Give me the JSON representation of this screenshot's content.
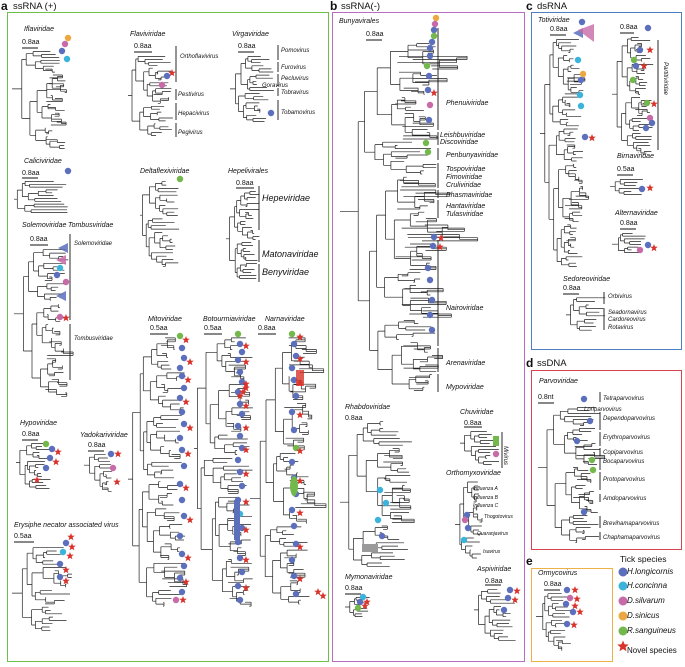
{
  "panels": {
    "a": {
      "letter": "a",
      "title": "ssRNA (+)",
      "color": "#6cc04a"
    },
    "b": {
      "letter": "b",
      "title": "ssRNA(-)",
      "color": "#b86cc2"
    },
    "c": {
      "letter": "c",
      "title": "dsRNA",
      "color": "#4d7fc3"
    },
    "d": {
      "letter": "d",
      "title": "ssDNA",
      "color": "#d8424f"
    },
    "e": {
      "letter": "e",
      "color": "#eeb14a"
    }
  },
  "labels": {
    "ifla": "Iflaviridae",
    "flavi": "Flaviviridae",
    "virga": "Virgaviridae",
    "ortho": "Orthoflavivirus",
    "pesti": "Pestivirus",
    "hepaci": "Hepacivirus",
    "pegi": "Pegivirus",
    "pomo": "Pomovirus",
    "furo": "Furovirus",
    "pecl": "Pecluvirus",
    "gora": "Goravirus",
    "toba": "Tobravirus",
    "tobamo": "Tobamovirus",
    "calici": "Caliciviridae",
    "deltaflexi": "Deltaflexiviridae",
    "hepelivirales": "Hepelivirales",
    "hepeviridae": "Hepeviridae",
    "matona": "Matonaviridae",
    "benyvi": "Benyviridae",
    "solemo": "Solemoviridae",
    "tombus": "Tombusviridae",
    "solemo2": "Solemoviridae",
    "tombus2": "Tombusviridae",
    "mito": "Mitoviridae",
    "botourmia": "Botourmiaviridae",
    "narna": "Narnaviridae",
    "hypo": "Hypoviridae",
    "yado": "Yadokariviridae",
    "erysiphe": "Erysiphe necator associated virus",
    "bunya": "Bunyavirales",
    "phenui": "Phenuiviridae",
    "leish": "Leishbuviridae",
    "disco": "Discoviridae",
    "penbun": "Penbunyaviridae",
    "tosp": "Tospoviridae",
    "fimo": "Fimoviridae",
    "cruli": "Cruliviridae",
    "phasma": "Phasmaviridae",
    "hanta": "Hantaviridae",
    "tulasi": "Tulasviridae",
    "nairo": "Nairoviridae",
    "arena": "Arenaviridae",
    "mypo": "Mypoviridae",
    "rhabdo": "Rhabdoviridae",
    "chuvi": "Chuviridae",
    "mivirus": "Mivirus",
    "orthomyxo": "Orthomyxoviridae",
    "infa": "Influenza A",
    "infb": "Influenza B",
    "infc": "Influenza C",
    "thogoto": "Thogotovirus",
    "quaranja": "Quaranjavirus",
    "isavirus": "Isavirus",
    "aspivi": "Aspiviridae",
    "mymona": "Mymonaviridae",
    "toti": "Totiviridae",
    "partiti": "Partitiviridae",
    "birna": "Birnaviridae",
    "alterna": "Alternaviridae",
    "sedoreo": "Sedoreoviridae",
    "orbi": "Orbivirus",
    "seadorna": "Seadornavirus",
    "cardoreo": "Cardoreovirus",
    "rota": "Rotavirus",
    "parvo": "Parvoviridae",
    "tetra": "Tetraparvovirus",
    "lori": "Loriparvovirus",
    "depend": "Dependoparvovirus",
    "erythro": "Erythroparvovirus",
    "copi": "Copiparvovirus",
    "boca": "Bocaparvovirus",
    "proto": "Protoparvovirus",
    "amdo": "Amdoparvovirus",
    "brevi": "Brevihamaparvovirus",
    "chapha": "Chaphamaparvovirus",
    "ormy": "Ormycovirus"
  },
  "scales": {
    "aa": "0.8aa",
    "s05": "0.5aa",
    "nt": "0.8nt"
  },
  "legend": {
    "title": "Tick species",
    "items": [
      {
        "name": "H.longicornis",
        "color": "#5b6fbd"
      },
      {
        "name": "H.concinna",
        "color": "#3bb3db"
      },
      {
        "name": "D.silvarum",
        "color": "#c76ba8"
      },
      {
        "name": "D.sinicus",
        "color": "#eba840"
      },
      {
        "name": "R.sanguineus",
        "color": "#72b84a"
      }
    ],
    "novel": {
      "name": "Novel species",
      "color": "#d8342c"
    }
  }
}
